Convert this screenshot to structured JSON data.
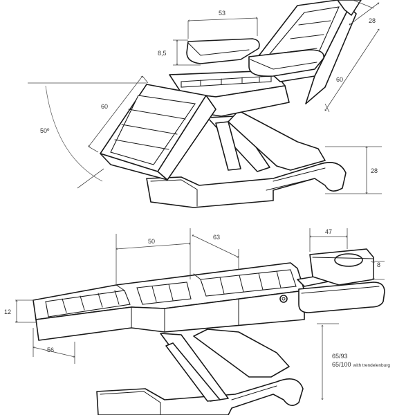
{
  "top_view": {
    "armrest_width": "53",
    "headrest_width": "28",
    "armrest_height": "8,5",
    "backrest_length": "60",
    "leg_section_length": "60",
    "leg_angle": "50º",
    "base_height": "28"
  },
  "bottom_view": {
    "seat_length": "50",
    "back_length": "63",
    "headrest_length": "47",
    "headrest_thickness": "8",
    "pad_thickness": "12",
    "width": "56",
    "height_range": "65/93",
    "height_trendelenburg": "65/100",
    "height_trendelenburg_note": "with trendelenburg"
  }
}
